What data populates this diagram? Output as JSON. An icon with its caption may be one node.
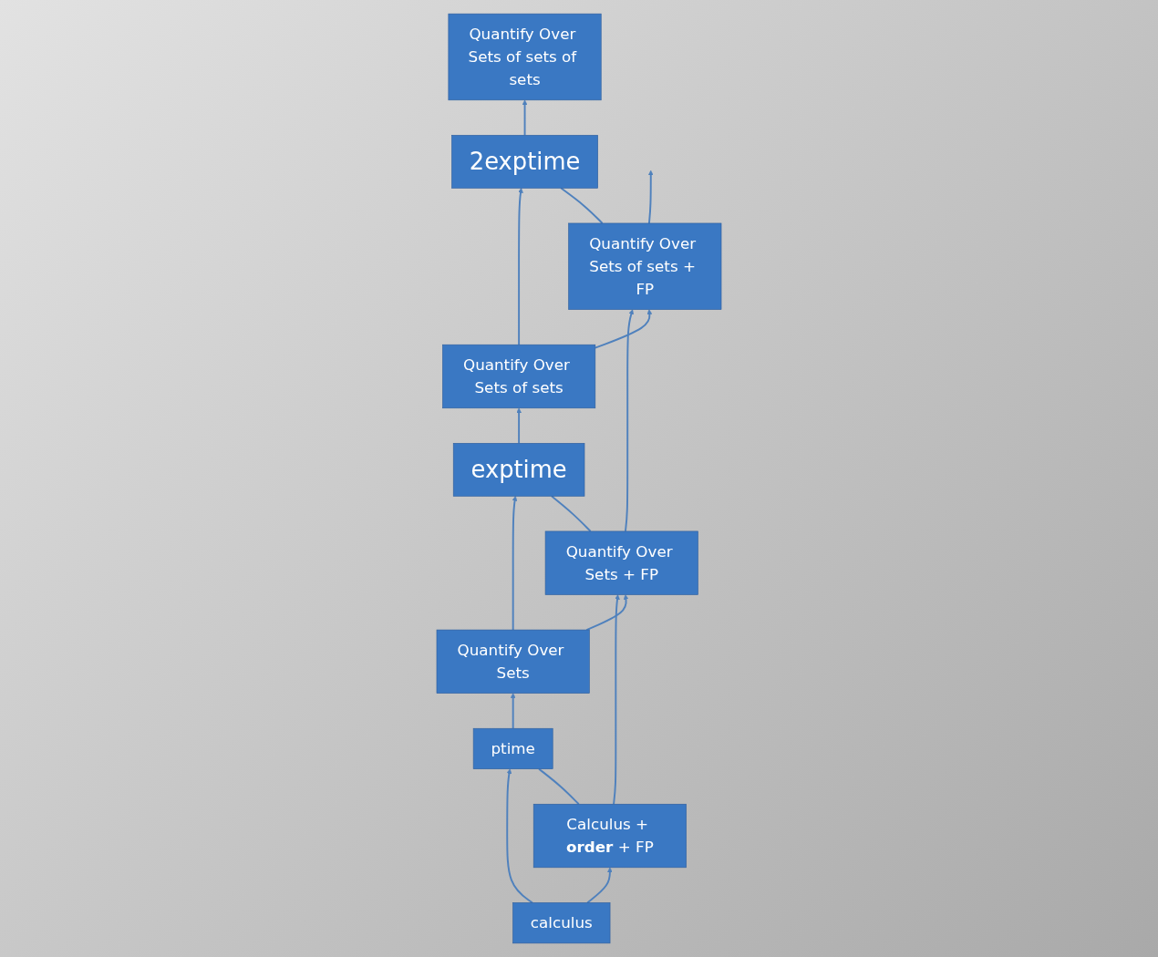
{
  "diagram": {
    "nodes": [
      {
        "text": [
          "Quantify Over Sets of sets of sets"
        ]
      },
      {
        "text": [
          "Quantify Over Sets of sets + FP"
        ]
      },
      {
        "text": [
          "2exptime"
        ]
      },
      {
        "text": [
          "Quantify Over Sets of sets"
        ]
      },
      {
        "text": [
          "Quantify Over Sets + FP"
        ]
      },
      {
        "text": [
          "exptime"
        ]
      },
      {
        "text": [
          "Quantify Over Sets"
        ]
      },
      {
        "text": [
          "Calculus + **order** + FP"
        ]
      },
      {
        "text": [
          "ptime"
        ]
      },
      {
        "text": [
          "calculus"
        ]
      }
    ],
    "edges": [
      {
        "from": 9,
        "to": 7,
        "arrow": "to"
      },
      {
        "from": 9,
        "to": 8,
        "arrow": "to"
      },
      {
        "from": 7,
        "to": 8,
        "arrow": "none"
      },
      {
        "from": 8,
        "to": 6,
        "arrow": "to"
      },
      {
        "from": 7,
        "to": 4,
        "arrow": "to"
      },
      {
        "from": 6,
        "to": 4,
        "arrow": "to"
      },
      {
        "from": 6,
        "to": 5,
        "arrow": "to"
      },
      {
        "from": 4,
        "to": 5,
        "arrow": "none"
      },
      {
        "from": 5,
        "to": 3,
        "arrow": "to"
      },
      {
        "from": 4,
        "to": 1,
        "arrow": "to"
      },
      {
        "from": 3,
        "to": 1,
        "arrow": "to"
      },
      {
        "from": 3,
        "to": 2,
        "arrow": "to"
      },
      {
        "from": 1,
        "to": 2,
        "arrow": "none"
      },
      {
        "from": 2,
        "to": 0,
        "arrow": "to"
      },
      {
        "from": 1,
        "to": null,
        "arrow": "to"
      }
    ]
  }
}
